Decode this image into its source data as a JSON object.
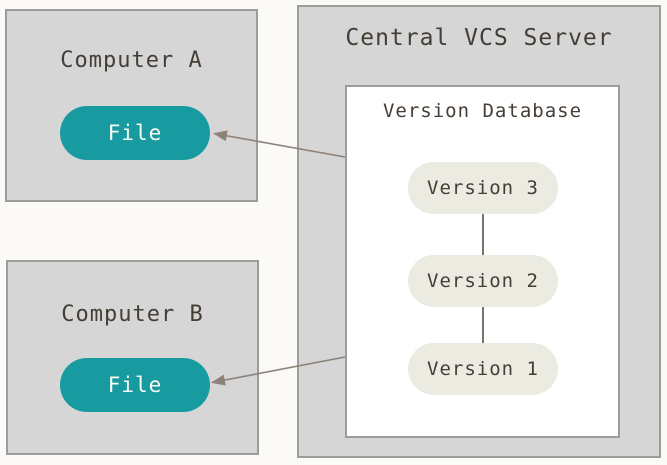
{
  "colors": {
    "background": "#fbfaf6",
    "box_fill": "#d6d6d6",
    "box_border": "#9c9c9c",
    "teal": "#179ba0",
    "file_text": "#fafaf5",
    "version_fill": "#ebebe2",
    "text_dark": "#453e36",
    "arrow": "#8d8278",
    "white_fill": "#ffffff"
  },
  "computer_a": {
    "title": "Computer A",
    "file_label": "File"
  },
  "computer_b": {
    "title": "Computer B",
    "file_label": "File"
  },
  "server": {
    "title": "Central VCS Server",
    "database": {
      "title": "Version Database",
      "versions": [
        {
          "label": "Version 3"
        },
        {
          "label": "Version 2"
        },
        {
          "label": "Version 1"
        }
      ]
    }
  },
  "arrows": [
    {
      "name": "arrow-server-to-computer-a-file"
    },
    {
      "name": "arrow-server-to-computer-b-file"
    }
  ]
}
